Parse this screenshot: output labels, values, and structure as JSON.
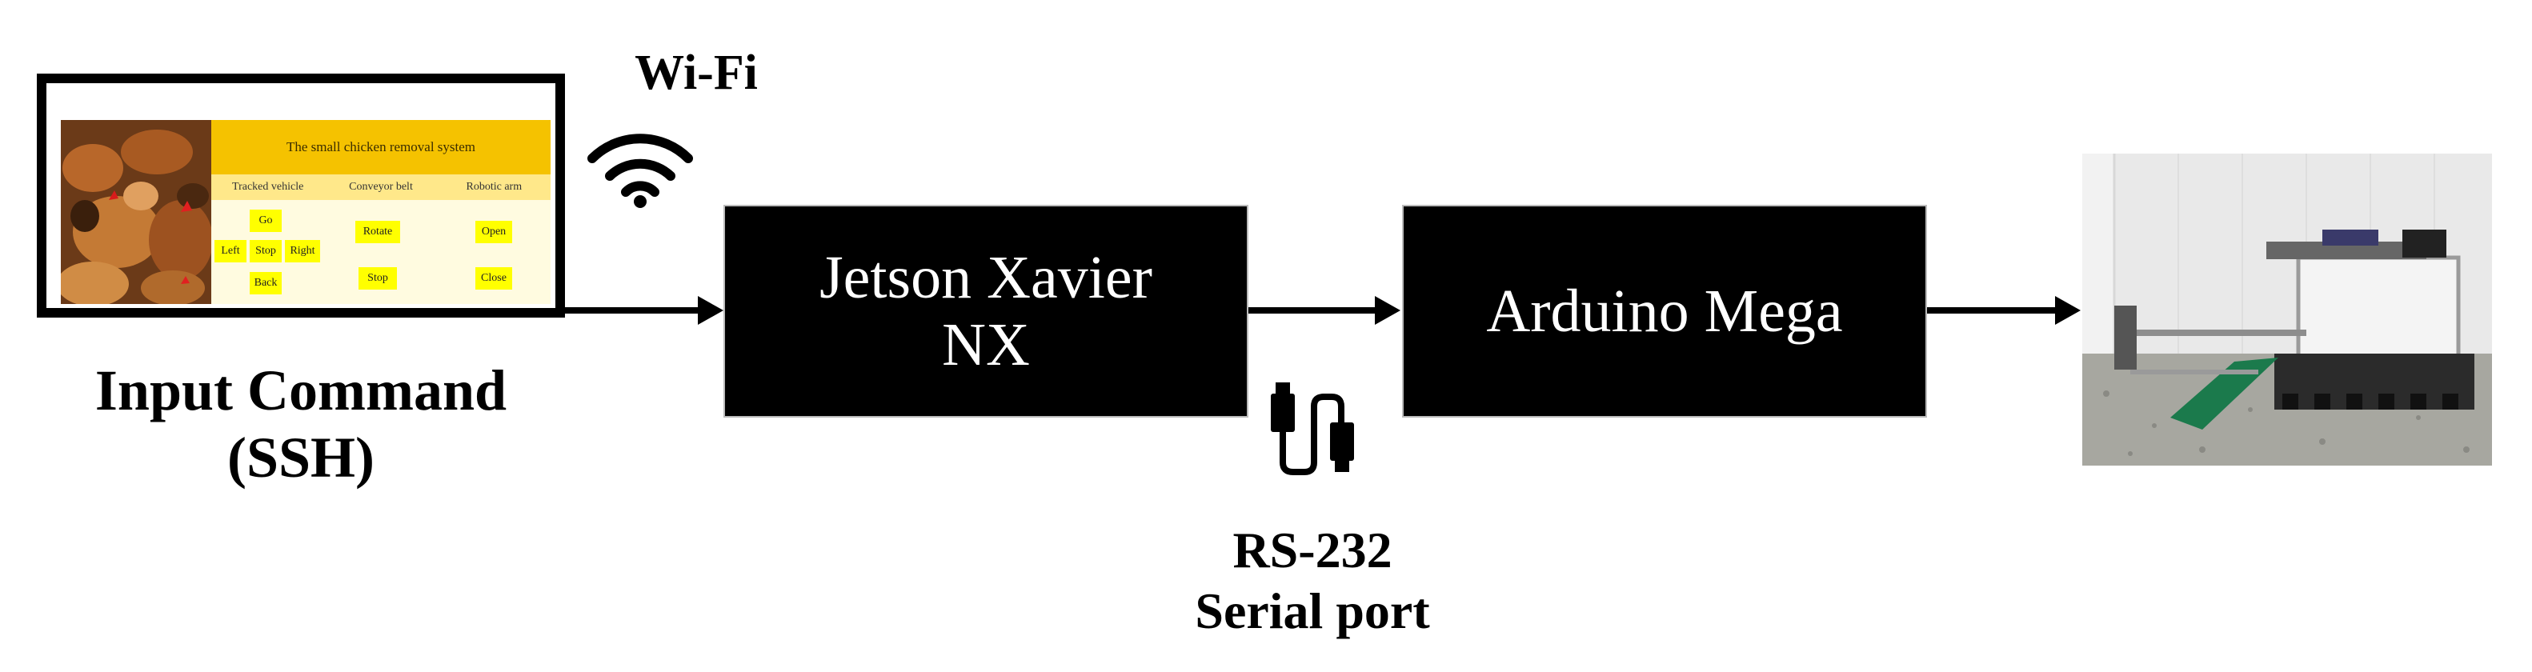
{
  "input_panel": {
    "ui_title": "The small chicken removal system",
    "columns": [
      "Tracked vehicle",
      "Conveyor belt",
      "Robotic arm"
    ],
    "tracked_vehicle": {
      "go": "Go",
      "left": "Left",
      "stop": "Stop",
      "right": "Right",
      "back": "Back"
    },
    "conveyor_belt": {
      "rotate": "Rotate",
      "stop": "Stop"
    },
    "robotic_arm": {
      "open": "Open",
      "close": "Close"
    }
  },
  "labels": {
    "input_command_line1": "Input Command",
    "input_command_line2": "(SSH)",
    "wifi": "Wi-Fi",
    "rs232_line1": "RS-232",
    "rs232_line2": "Serial port"
  },
  "blocks": {
    "jetson_line1": "Jetson Xavier",
    "jetson_line2": "NX",
    "arduino": "Arduino Mega"
  },
  "icons": [
    "wifi-icon",
    "serial-cable-icon",
    "arrow-icon"
  ],
  "colors": {
    "block_bg": "#000000",
    "block_text": "#ffffff",
    "ui_header": "#f5c200",
    "ui_button": "#ffff00"
  }
}
